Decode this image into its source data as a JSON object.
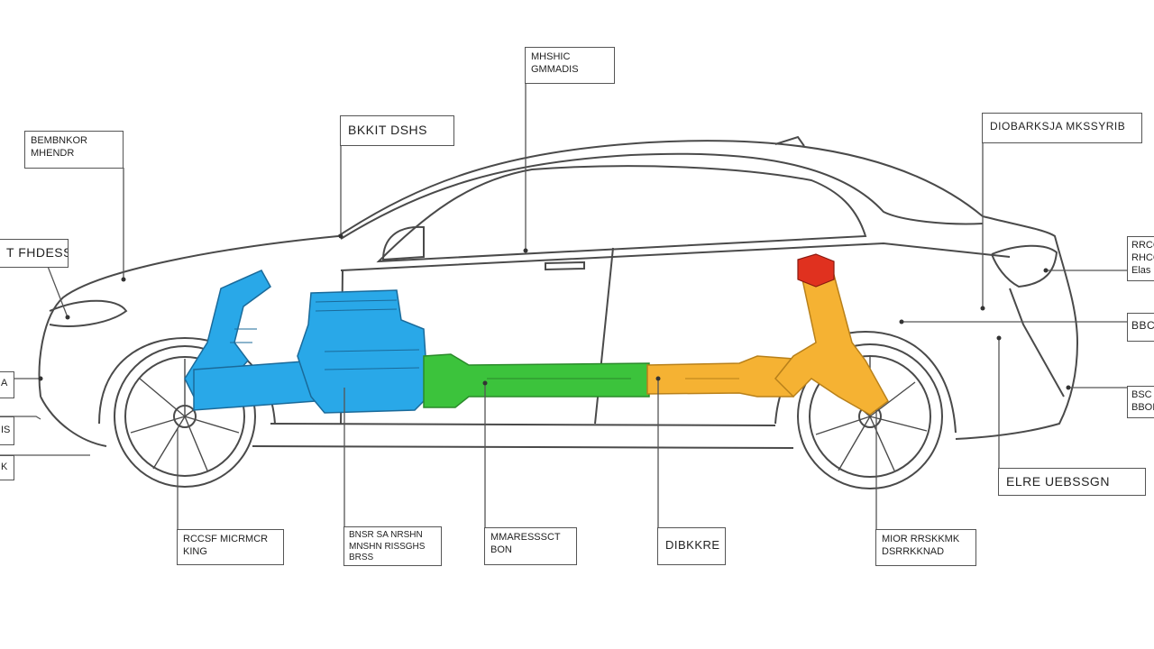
{
  "colors": {
    "outline": "#4a4a4a",
    "front_axle": "#29a8e8",
    "drive_shaft_front": "#3cc33c",
    "drive_shaft_rear": "#f5b233",
    "rear_top_mount": "#e0311f"
  },
  "callouts": {
    "top_center": [
      "MHSHIC",
      "GMMADIS"
    ],
    "top_mid_left": [
      "BKKIT DSHS"
    ],
    "top_left": [
      "BEMBNKOR",
      "MHENDR"
    ],
    "left_upper": [
      "T FHDESS"
    ],
    "left_mid": [
      "A"
    ],
    "left_lower": [
      "IS"
    ],
    "left_bottom": [
      "K"
    ],
    "top_right": [
      "DIOBARKSJA MKSSYRIB"
    ],
    "right_upper": [
      "RRCC",
      "RHCC",
      "Elas"
    ],
    "right_mid": [
      "BBC"
    ],
    "right_lower": [
      "BSC",
      "BBOI"
    ],
    "right_bottom": [
      "ELRE UEBSSGN"
    ],
    "bottom_1": [
      "RCCSF MICRMCR",
      "KING"
    ],
    "bottom_2": [
      "BNSR SA NRSHN",
      "MNSHN RISSGHS",
      "BRSS"
    ],
    "bottom_3": [
      "MMARESSSCT",
      "BON"
    ],
    "bottom_4": [
      "DIBKKRE"
    ],
    "bottom_5": [
      "MIOR RRSKKMK",
      "DSRRKKNAD"
    ]
  }
}
